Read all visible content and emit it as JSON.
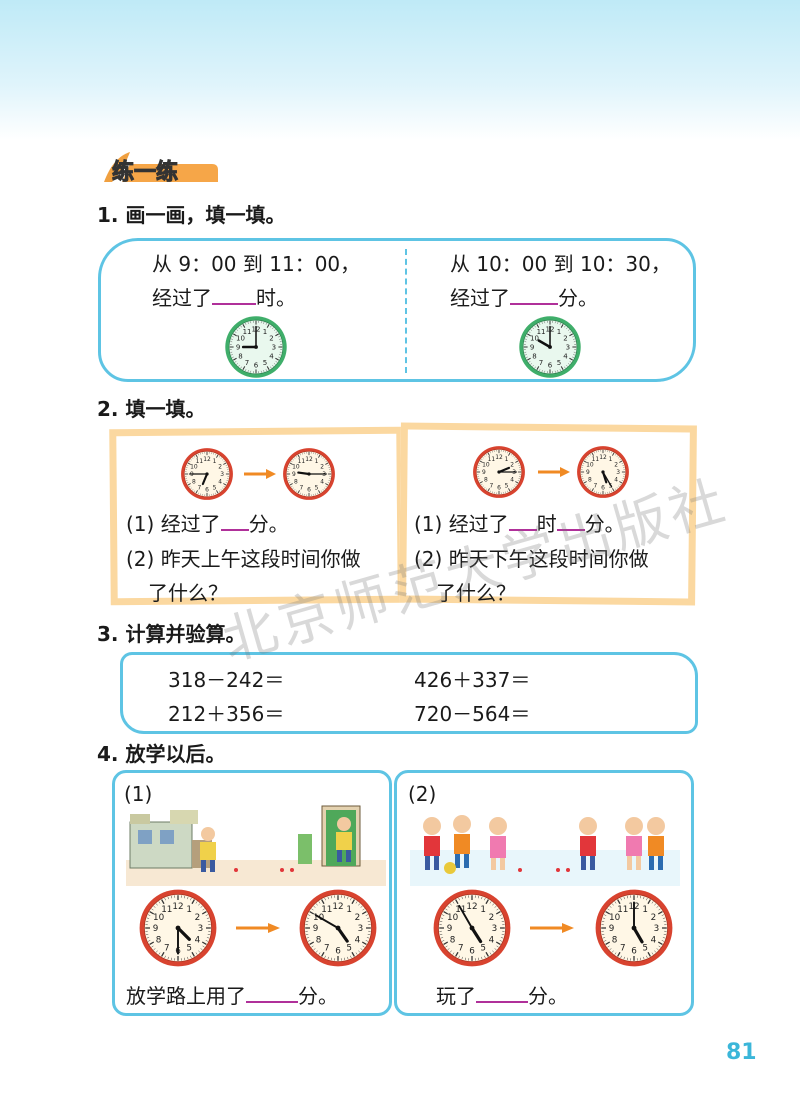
{
  "header": {
    "label": "练一练"
  },
  "q1": {
    "title": "1. 画一画，填一填。",
    "left": {
      "line1": "从 9：00 到 11：00，",
      "line2a": "经过了",
      "line2b": "时。"
    },
    "right": {
      "line1": "从 10：00 到 10：30，",
      "line2a": "经过了",
      "line2b": "分。"
    }
  },
  "q2": {
    "title": "2. 填一填。",
    "left": {
      "a_pre": "(1) 经过了",
      "a_post": "分。",
      "b1": "(2) 昨天上午这段时间你做",
      "b2": "了什么？"
    },
    "right": {
      "a_pre": "(1) 经过了",
      "a_mid": "时",
      "a_post": "分。",
      "b1": "(2) 昨天下午这段时间你做",
      "b2": "了什么？"
    }
  },
  "q3": {
    "title": "3. 计算并验算。",
    "items": [
      "318－242＝",
      "426＋337＝",
      "212＋356＝",
      "720－564＝"
    ]
  },
  "q4": {
    "title": "4. 放学以后。",
    "left": {
      "label": "(1)",
      "caption_pre": "放学路上用了",
      "caption_post": "分。"
    },
    "right": {
      "label": "(2)",
      "caption_pre": "玩了",
      "caption_post": "分。"
    }
  },
  "clock_numbers": [
    "12",
    "1",
    "2",
    "3",
    "4",
    "5",
    "6",
    "7",
    "8",
    "9",
    "10",
    "11"
  ],
  "clocks": [
    {
      "id": "c1",
      "hour": 9,
      "minute": 0
    },
    {
      "id": "c2",
      "hour": 10,
      "minute": 0
    },
    {
      "id": "c3",
      "hour": 6,
      "minute": 45
    },
    {
      "id": "c4",
      "hour": 9,
      "minute": 15
    },
    {
      "id": "c5",
      "hour": 2,
      "minute": 15
    },
    {
      "id": "c6",
      "hour": 5,
      "minute": 25
    },
    {
      "id": "c7",
      "hour": 4,
      "minute": 30
    },
    {
      "id": "c8",
      "hour": 4,
      "minute": 50
    },
    {
      "id": "c9",
      "hour": 4,
      "minute": 55
    },
    {
      "id": "c10",
      "hour": 5,
      "minute": 0
    }
  ],
  "watermark": "北京师范大学出版社",
  "page_number": "81"
}
